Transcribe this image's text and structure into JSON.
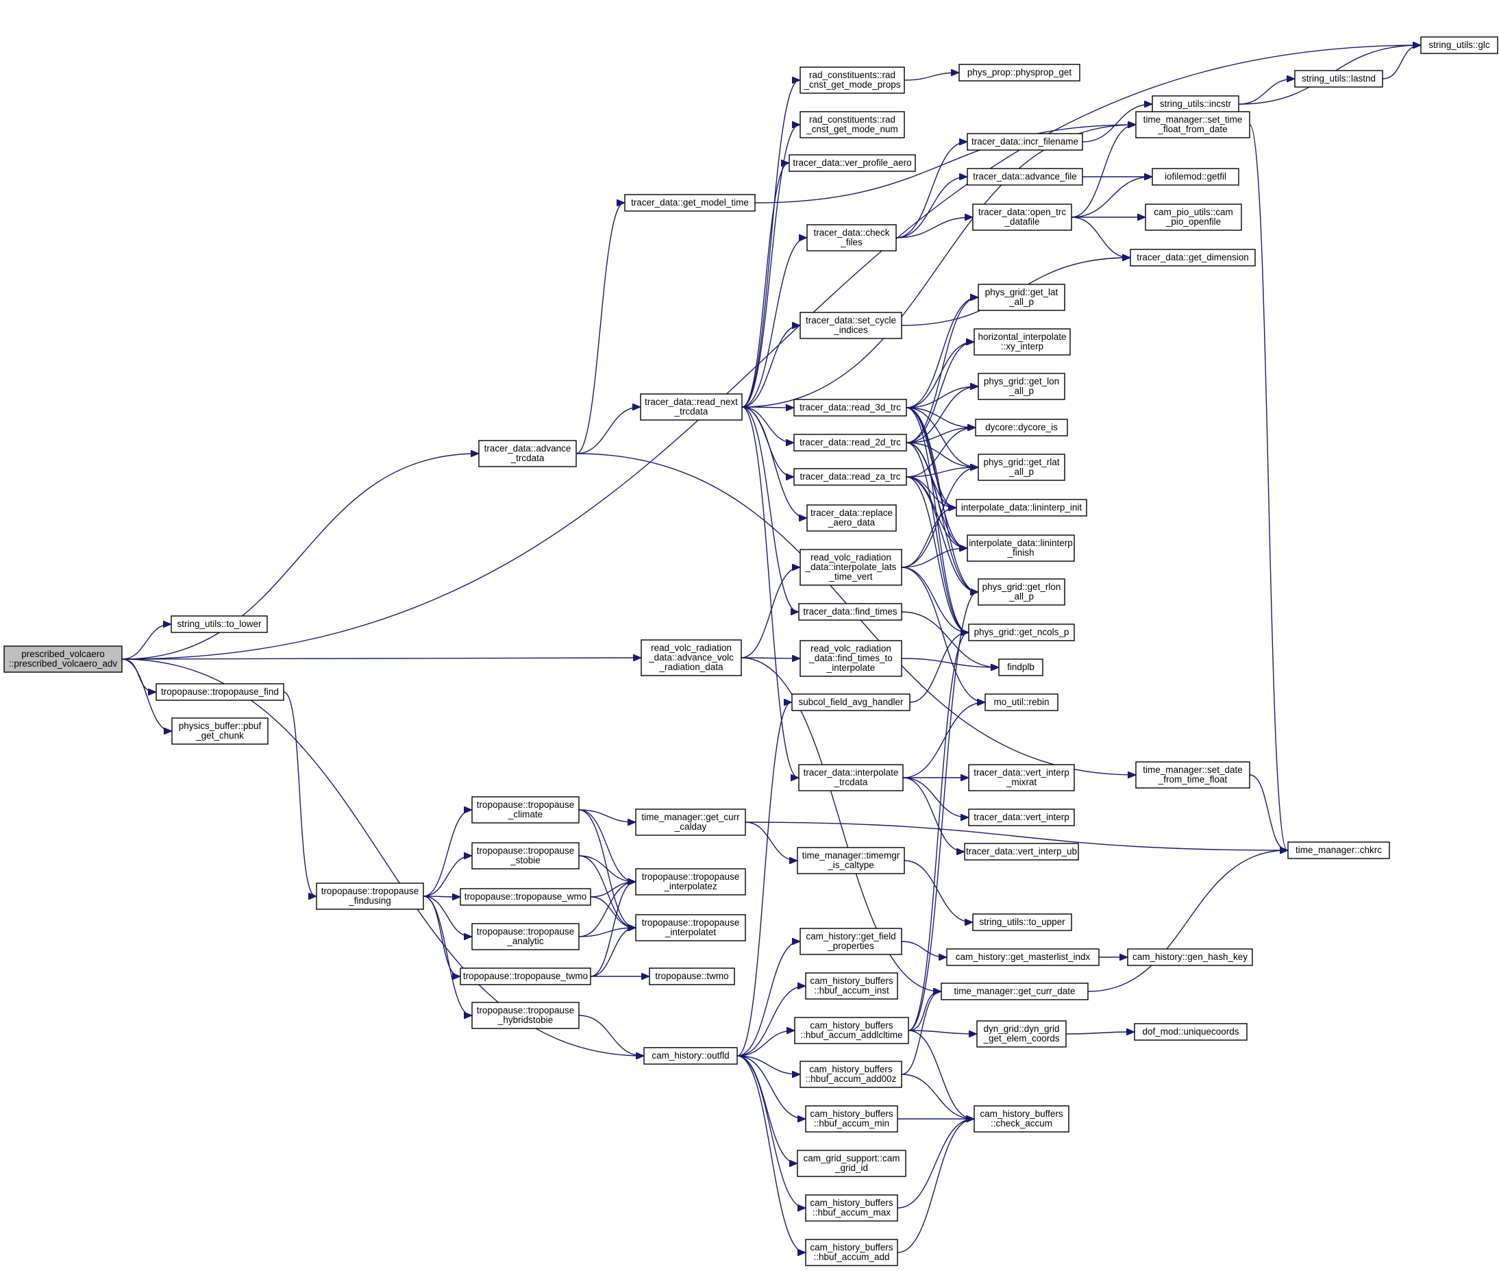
{
  "graph": {
    "colors": {
      "edge": "#191970",
      "root_fill": "#bfbfbf",
      "node_fill": "#ffffff",
      "node_border": "#000000"
    },
    "root": "prescribed_volcaero",
    "nodes": [
      {
        "id": "prescribed_volcaero",
        "lines": [
          "prescribed_volcaero",
          "::prescribed_volcaero_adv"
        ]
      },
      {
        "id": "string_utils_to_lower",
        "lines": [
          "string_utils::to_lower"
        ]
      },
      {
        "id": "tropopause_find",
        "lines": [
          "tropopause::tropopause_find"
        ]
      },
      {
        "id": "pbuf_get_chunk",
        "lines": [
          "physics_buffer::pbuf",
          "_get_chunk"
        ]
      },
      {
        "id": "advance_trcdata",
        "lines": [
          "tracer_data::advance",
          "_trcdata"
        ]
      },
      {
        "id": "get_model_time",
        "lines": [
          "tracer_data::get_model_time"
        ]
      },
      {
        "id": "read_next_trcdata",
        "lines": [
          "tracer_data::read_next",
          "_trcdata"
        ]
      },
      {
        "id": "rad_cnst_get_mode_props",
        "lines": [
          "rad_constituents::rad",
          "_cnst_get_mode_props"
        ]
      },
      {
        "id": "rad_cnst_get_mode_num",
        "lines": [
          "rad_constituents::rad",
          "_cnst_get_mode_num"
        ]
      },
      {
        "id": "ver_profile_aero",
        "lines": [
          "tracer_data::ver_profile_aero"
        ]
      },
      {
        "id": "check_files",
        "lines": [
          "tracer_data::check",
          "_files"
        ]
      },
      {
        "id": "set_cycle_indices",
        "lines": [
          "tracer_data::set_cycle",
          "_indices"
        ]
      },
      {
        "id": "read_3d_trc",
        "lines": [
          "tracer_data::read_3d_trc"
        ]
      },
      {
        "id": "read_2d_trc",
        "lines": [
          "tracer_data::read_2d_trc"
        ]
      },
      {
        "id": "read_za_trc",
        "lines": [
          "tracer_data::read_za_trc"
        ]
      },
      {
        "id": "replace_aero_data",
        "lines": [
          "tracer_data::replace",
          "_aero_data"
        ]
      },
      {
        "id": "interpolate_lats_time_vert",
        "lines": [
          "read_volc_radiation",
          "_data::interpolate_lats",
          "_time_vert"
        ]
      },
      {
        "id": "find_times",
        "lines": [
          "tracer_data::find_times"
        ]
      },
      {
        "id": "find_times_to_interpolate",
        "lines": [
          "read_volc_radiation",
          "_data::find_times_to",
          "_interpolate"
        ]
      },
      {
        "id": "subcol_field_avg_handler",
        "lines": [
          "subcol_field_avg_handler"
        ]
      },
      {
        "id": "interpolate_trcdata",
        "lines": [
          "tracer_data::interpolate",
          "_trcdata"
        ]
      },
      {
        "id": "advance_volc_radiation_data",
        "lines": [
          "read_volc_radiation",
          "_data::advance_volc",
          "_radiation_data"
        ]
      },
      {
        "id": "physprop_get",
        "lines": [
          "phys_prop::physprop_get"
        ]
      },
      {
        "id": "incr_filename",
        "lines": [
          "tracer_data::incr_filename"
        ]
      },
      {
        "id": "advance_file",
        "lines": [
          "tracer_data::advance_file"
        ]
      },
      {
        "id": "open_trc_datafile",
        "lines": [
          "tracer_data::open_trc",
          "_datafile"
        ]
      },
      {
        "id": "get_lat_all_p",
        "lines": [
          "phys_grid::get_lat",
          "_all_p"
        ]
      },
      {
        "id": "xy_interp",
        "lines": [
          "horizontal_interpolate",
          "::xy_interp"
        ]
      },
      {
        "id": "get_lon_all_p",
        "lines": [
          "phys_grid::get_lon",
          "_all_p"
        ]
      },
      {
        "id": "dycore_is",
        "lines": [
          "dycore::dycore_is"
        ]
      },
      {
        "id": "get_rlat_all_p",
        "lines": [
          "phys_grid::get_rlat",
          "_all_p"
        ]
      },
      {
        "id": "lininterp_init",
        "lines": [
          "interpolate_data::lininterp_init"
        ]
      },
      {
        "id": "lininterp_finish",
        "lines": [
          "interpolate_data::lininterp",
          "_finish"
        ]
      },
      {
        "id": "get_rlon_all_p",
        "lines": [
          "phys_grid::get_rlon",
          "_all_p"
        ]
      },
      {
        "id": "get_ncols_p",
        "lines": [
          "phys_grid::get_ncols_p"
        ]
      },
      {
        "id": "findplb",
        "lines": [
          "findplb"
        ]
      },
      {
        "id": "rebin",
        "lines": [
          "mo_util::rebin"
        ]
      },
      {
        "id": "string_utils_incstr",
        "lines": [
          "string_utils::incstr"
        ]
      },
      {
        "id": "set_time_float_from_date",
        "lines": [
          "time_manager::set_time",
          "_float_from_date"
        ]
      },
      {
        "id": "getfil",
        "lines": [
          "iofilemod::getfil"
        ]
      },
      {
        "id": "cam_pio_openfile",
        "lines": [
          "cam_pio_utils::cam",
          "_pio_openfile"
        ]
      },
      {
        "id": "get_dimension",
        "lines": [
          "tracer_data::get_dimension"
        ]
      },
      {
        "id": "string_utils_lastnd",
        "lines": [
          "string_utils::lastnd"
        ]
      },
      {
        "id": "string_utils_glc",
        "lines": [
          "string_utils::glc"
        ]
      },
      {
        "id": "set_date_from_time_float",
        "lines": [
          "time_manager::set_date",
          "_from_time_float"
        ]
      },
      {
        "id": "chkrc",
        "lines": [
          "time_manager::chkrc"
        ]
      },
      {
        "id": "vert_interp_mixrat",
        "lines": [
          "tracer_data::vert_interp",
          "_mixrat"
        ]
      },
      {
        "id": "vert_interp",
        "lines": [
          "tracer_data::vert_interp"
        ]
      },
      {
        "id": "vert_interp_ub",
        "lines": [
          "tracer_data::vert_interp_ub"
        ]
      },
      {
        "id": "tropopause_findusing",
        "lines": [
          "tropopause::tropopause",
          "_findusing"
        ]
      },
      {
        "id": "tropopause_climate",
        "lines": [
          "tropopause::tropopause",
          "_climate"
        ]
      },
      {
        "id": "tropopause_stobie",
        "lines": [
          "tropopause::tropopause",
          "_stobie"
        ]
      },
      {
        "id": "tropopause_wmo",
        "lines": [
          "tropopause::tropopause_wmo"
        ]
      },
      {
        "id": "tropopause_analytic",
        "lines": [
          "tropopause::tropopause",
          "_analytic"
        ]
      },
      {
        "id": "tropopause_twmo",
        "lines": [
          "tropopause::tropopause_twmo"
        ]
      },
      {
        "id": "tropopause_hybridstobie",
        "lines": [
          "tropopause::tropopause",
          "_hybridstobie"
        ]
      },
      {
        "id": "get_curr_calday",
        "lines": [
          "time_manager::get_curr",
          "_calday"
        ]
      },
      {
        "id": "tropopause_interpolatez",
        "lines": [
          "tropopause::tropopause",
          "_interpolatez"
        ]
      },
      {
        "id": "tropopause_interpolatet",
        "lines": [
          "tropopause::tropopause",
          "_interpolatet"
        ]
      },
      {
        "id": "twmo",
        "lines": [
          "tropopause::twmo"
        ]
      },
      {
        "id": "timemgr_is_caltype",
        "lines": [
          "time_manager::timemgr",
          "_is_caltype"
        ]
      },
      {
        "id": "string_utils_to_upper",
        "lines": [
          "string_utils::to_upper"
        ]
      },
      {
        "id": "cam_history_outfld",
        "lines": [
          "cam_history::outfld"
        ]
      },
      {
        "id": "get_field_properties",
        "lines": [
          "cam_history::get_field",
          "_properties"
        ]
      },
      {
        "id": "get_masterlist_indx",
        "lines": [
          "cam_history::get_masterlist_indx"
        ]
      },
      {
        "id": "gen_hash_key",
        "lines": [
          "cam_history::gen_hash_key"
        ]
      },
      {
        "id": "hbuf_accum_inst",
        "lines": [
          "cam_history_buffers",
          "::hbuf_accum_inst"
        ]
      },
      {
        "id": "get_curr_date",
        "lines": [
          "time_manager::get_curr_date"
        ]
      },
      {
        "id": "hbuf_accum_addlcltime",
        "lines": [
          "cam_history_buffers",
          "::hbuf_accum_addlcltime"
        ]
      },
      {
        "id": "dyn_grid_get_elem_coords",
        "lines": [
          "dyn_grid::dyn_grid",
          "_get_elem_coords"
        ]
      },
      {
        "id": "uniquecoords",
        "lines": [
          "dof_mod::uniquecoords"
        ]
      },
      {
        "id": "hbuf_accum_add00z",
        "lines": [
          "cam_history_buffers",
          "::hbuf_accum_add00z"
        ]
      },
      {
        "id": "hbuf_accum_min",
        "lines": [
          "cam_history_buffers",
          "::hbuf_accum_min"
        ]
      },
      {
        "id": "check_accum",
        "lines": [
          "cam_history_buffers",
          "::check_accum"
        ]
      },
      {
        "id": "cam_grid_id",
        "lines": [
          "cam_grid_support::cam",
          "_grid_id"
        ]
      },
      {
        "id": "hbuf_accum_max",
        "lines": [
          "cam_history_buffers",
          "::hbuf_accum_max"
        ]
      },
      {
        "id": "hbuf_accum_add",
        "lines": [
          "cam_history_buffers",
          "::hbuf_accum_add"
        ]
      }
    ],
    "edges": [
      [
        "prescribed_volcaero",
        "string_utils_glc"
      ],
      [
        "prescribed_volcaero",
        "advance_trcdata"
      ],
      [
        "prescribed_volcaero",
        "string_utils_to_lower"
      ],
      [
        "prescribed_volcaero",
        "advance_volc_radiation_data"
      ],
      [
        "prescribed_volcaero",
        "tropopause_find"
      ],
      [
        "prescribed_volcaero",
        "pbuf_get_chunk"
      ],
      [
        "prescribed_volcaero",
        "cam_history_outfld"
      ],
      [
        "advance_trcdata",
        "get_model_time"
      ],
      [
        "advance_trcdata",
        "read_next_trcdata"
      ],
      [
        "advance_trcdata",
        "set_date_from_time_float"
      ],
      [
        "get_model_time",
        "set_time_float_from_date"
      ],
      [
        "read_next_trcdata",
        "rad_cnst_get_mode_props"
      ],
      [
        "read_next_trcdata",
        "rad_cnst_get_mode_num"
      ],
      [
        "read_next_trcdata",
        "ver_profile_aero"
      ],
      [
        "read_next_trcdata",
        "set_time_float_from_date"
      ],
      [
        "read_next_trcdata",
        "check_files"
      ],
      [
        "read_next_trcdata",
        "set_cycle_indices"
      ],
      [
        "read_next_trcdata",
        "read_3d_trc"
      ],
      [
        "read_next_trcdata",
        "read_2d_trc"
      ],
      [
        "read_next_trcdata",
        "read_za_trc"
      ],
      [
        "read_next_trcdata",
        "replace_aero_data"
      ],
      [
        "read_next_trcdata",
        "find_times"
      ],
      [
        "read_next_trcdata",
        "interpolate_trcdata"
      ],
      [
        "rad_cnst_get_mode_props",
        "physprop_get"
      ],
      [
        "check_files",
        "incr_filename"
      ],
      [
        "check_files",
        "advance_file"
      ],
      [
        "check_files",
        "open_trc_datafile"
      ],
      [
        "incr_filename",
        "string_utils_incstr"
      ],
      [
        "advance_file",
        "getfil"
      ],
      [
        "open_trc_datafile",
        "getfil"
      ],
      [
        "open_trc_datafile",
        "cam_pio_openfile"
      ],
      [
        "open_trc_datafile",
        "get_dimension"
      ],
      [
        "open_trc_datafile",
        "set_time_float_from_date"
      ],
      [
        "set_cycle_indices",
        "get_dimension"
      ],
      [
        "string_utils_incstr",
        "string_utils_lastnd"
      ],
      [
        "string_utils_incstr",
        "string_utils_glc"
      ],
      [
        "string_utils_lastnd",
        "string_utils_glc"
      ],
      [
        "set_time_float_from_date",
        "chkrc"
      ],
      [
        "read_3d_trc",
        "get_lat_all_p"
      ],
      [
        "read_3d_trc",
        "xy_interp"
      ],
      [
        "read_3d_trc",
        "get_lon_all_p"
      ],
      [
        "read_3d_trc",
        "dycore_is"
      ],
      [
        "read_3d_trc",
        "get_rlat_all_p"
      ],
      [
        "read_3d_trc",
        "lininterp_init"
      ],
      [
        "read_3d_trc",
        "lininterp_finish"
      ],
      [
        "read_3d_trc",
        "get_rlon_all_p"
      ],
      [
        "read_3d_trc",
        "get_ncols_p"
      ],
      [
        "read_2d_trc",
        "get_lat_all_p"
      ],
      [
        "read_2d_trc",
        "xy_interp"
      ],
      [
        "read_2d_trc",
        "get_lon_all_p"
      ],
      [
        "read_2d_trc",
        "dycore_is"
      ],
      [
        "read_2d_trc",
        "get_rlat_all_p"
      ],
      [
        "read_2d_trc",
        "lininterp_init"
      ],
      [
        "read_2d_trc",
        "lininterp_finish"
      ],
      [
        "read_2d_trc",
        "get_rlon_all_p"
      ],
      [
        "read_2d_trc",
        "get_ncols_p"
      ],
      [
        "read_za_trc",
        "dycore_is"
      ],
      [
        "read_za_trc",
        "get_rlat_all_p"
      ],
      [
        "read_za_trc",
        "lininterp_init"
      ],
      [
        "read_za_trc",
        "lininterp_finish"
      ],
      [
        "read_za_trc",
        "get_ncols_p"
      ],
      [
        "read_za_trc",
        "get_rlon_all_p"
      ],
      [
        "advance_volc_radiation_data",
        "interpolate_lats_time_vert"
      ],
      [
        "advance_volc_radiation_data",
        "find_times_to_interpolate"
      ],
      [
        "advance_volc_radiation_data",
        "get_curr_date"
      ],
      [
        "interpolate_lats_time_vert",
        "get_rlat_all_p"
      ],
      [
        "interpolate_lats_time_vert",
        "lininterp_init"
      ],
      [
        "interpolate_lats_time_vert",
        "lininterp_finish"
      ],
      [
        "interpolate_lats_time_vert",
        "get_ncols_p"
      ],
      [
        "interpolate_lats_time_vert",
        "rebin"
      ],
      [
        "find_times",
        "findplb"
      ],
      [
        "find_times_to_interpolate",
        "findplb"
      ],
      [
        "subcol_field_avg_handler",
        "get_ncols_p"
      ],
      [
        "interpolate_trcdata",
        "rebin"
      ],
      [
        "interpolate_trcdata",
        "vert_interp_mixrat"
      ],
      [
        "interpolate_trcdata",
        "vert_interp"
      ],
      [
        "interpolate_trcdata",
        "vert_interp_ub"
      ],
      [
        "set_date_from_time_float",
        "chkrc"
      ],
      [
        "tropopause_find",
        "tropopause_findusing"
      ],
      [
        "tropopause_findusing",
        "tropopause_climate"
      ],
      [
        "tropopause_findusing",
        "tropopause_stobie"
      ],
      [
        "tropopause_findusing",
        "tropopause_wmo"
      ],
      [
        "tropopause_findusing",
        "tropopause_analytic"
      ],
      [
        "tropopause_findusing",
        "tropopause_twmo"
      ],
      [
        "tropopause_findusing",
        "tropopause_hybridstobie"
      ],
      [
        "tropopause_climate",
        "get_curr_calday"
      ],
      [
        "tropopause_climate",
        "tropopause_interpolatez"
      ],
      [
        "tropopause_climate",
        "tropopause_interpolatet"
      ],
      [
        "tropopause_stobie",
        "tropopause_interpolatez"
      ],
      [
        "tropopause_stobie",
        "tropopause_interpolatet"
      ],
      [
        "tropopause_wmo",
        "tropopause_interpolatez"
      ],
      [
        "tropopause_wmo",
        "tropopause_interpolatet"
      ],
      [
        "tropopause_analytic",
        "tropopause_interpolatez"
      ],
      [
        "tropopause_analytic",
        "tropopause_interpolatet"
      ],
      [
        "tropopause_twmo",
        "twmo"
      ],
      [
        "tropopause_twmo",
        "tropopause_interpolatez"
      ],
      [
        "tropopause_twmo",
        "tropopause_interpolatet"
      ],
      [
        "tropopause_hybridstobie",
        "cam_history_outfld"
      ],
      [
        "get_curr_calday",
        "timemgr_is_caltype"
      ],
      [
        "get_curr_calday",
        "chkrc"
      ],
      [
        "timemgr_is_caltype",
        "string_utils_to_upper"
      ],
      [
        "cam_history_outfld",
        "subcol_field_avg_handler"
      ],
      [
        "cam_history_outfld",
        "get_field_properties"
      ],
      [
        "cam_history_outfld",
        "hbuf_accum_inst"
      ],
      [
        "cam_history_outfld",
        "hbuf_accum_addlcltime"
      ],
      [
        "cam_history_outfld",
        "hbuf_accum_add00z"
      ],
      [
        "cam_history_outfld",
        "hbuf_accum_min"
      ],
      [
        "cam_history_outfld",
        "cam_grid_id"
      ],
      [
        "cam_history_outfld",
        "hbuf_accum_max"
      ],
      [
        "cam_history_outfld",
        "hbuf_accum_add"
      ],
      [
        "get_field_properties",
        "get_masterlist_indx"
      ],
      [
        "get_masterlist_indx",
        "gen_hash_key"
      ],
      [
        "hbuf_accum_addlcltime",
        "get_curr_date"
      ],
      [
        "hbuf_accum_addlcltime",
        "dyn_grid_get_elem_coords"
      ],
      [
        "hbuf_accum_addlcltime",
        "check_accum"
      ],
      [
        "hbuf_accum_addlcltime",
        "get_ncols_p"
      ],
      [
        "hbuf_accum_addlcltime",
        "get_rlon_all_p"
      ],
      [
        "hbuf_accum_add00z",
        "get_curr_date"
      ],
      [
        "hbuf_accum_add00z",
        "check_accum"
      ],
      [
        "hbuf_accum_min",
        "check_accum"
      ],
      [
        "hbuf_accum_max",
        "check_accum"
      ],
      [
        "hbuf_accum_add",
        "check_accum"
      ],
      [
        "dyn_grid_get_elem_coords",
        "uniquecoords"
      ],
      [
        "get_curr_date",
        "chkrc"
      ]
    ]
  }
}
